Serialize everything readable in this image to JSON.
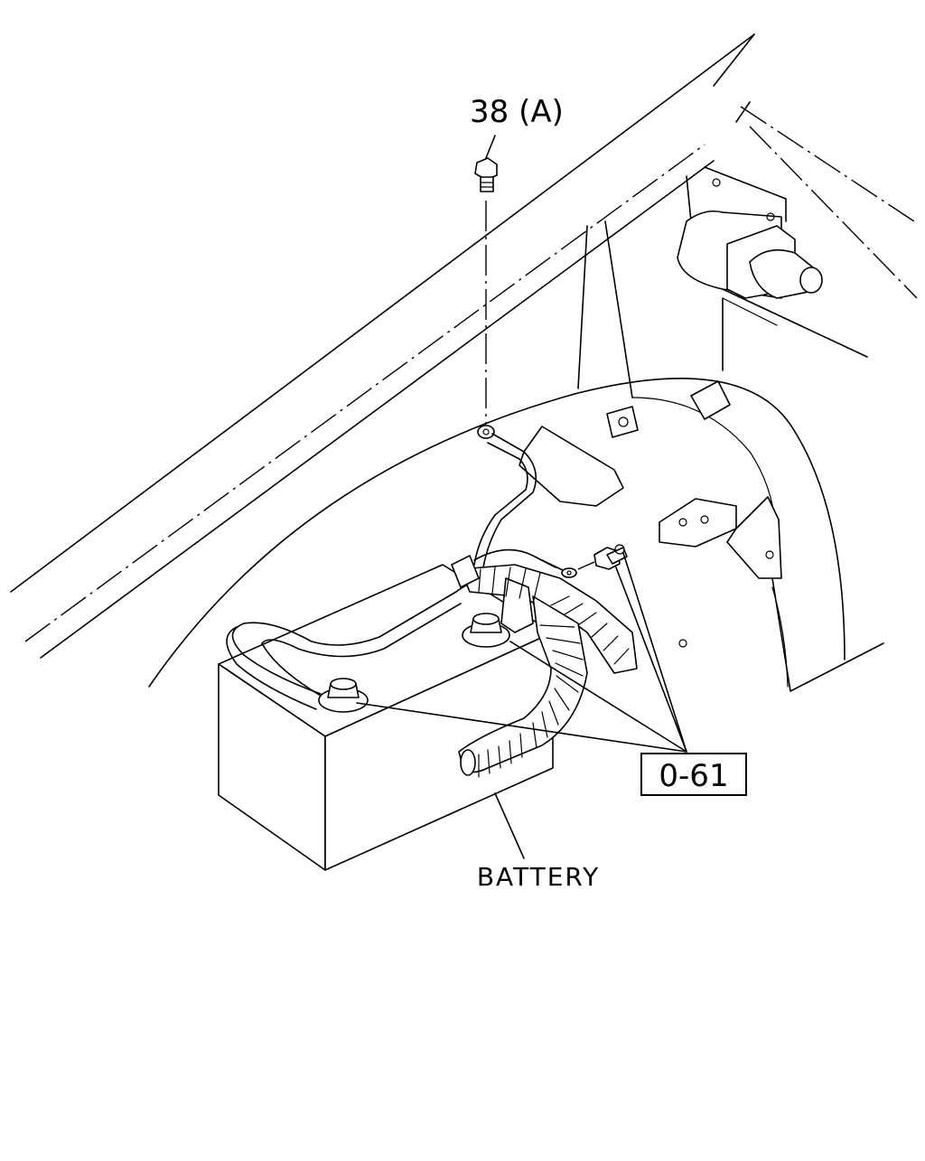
{
  "callouts": {
    "bolt_ref": "38 (A)",
    "battery_ref": "0-61",
    "battery_label": "BATTERY"
  }
}
